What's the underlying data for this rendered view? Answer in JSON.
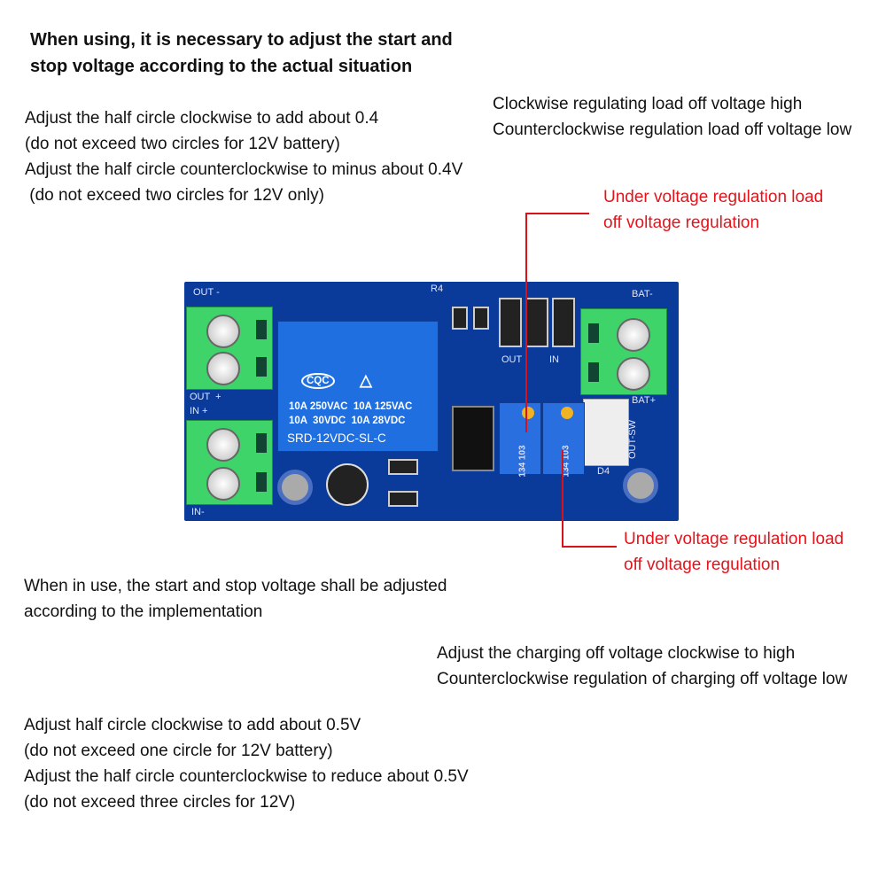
{
  "heading": [
    "When using, it is necessary to adjust the start and",
    "stop voltage according to the actual situation"
  ],
  "top_left_note": [
    "Adjust the half circle clockwise to add about 0.4",
    "(do not exceed two circles for 12V battery)",
    "Adjust the half circle counterclockwise to minus about 0.4V",
    " (do not exceed two circles for 12V only)"
  ],
  "top_right_note": [
    "Clockwise regulating load off voltage high",
    "Counterclockwise regulation load off voltage low"
  ],
  "callout_upper": [
    "Under voltage regulation load",
    "off voltage regulation"
  ],
  "callout_lower": [
    "Under voltage regulation load",
    "off voltage regulation"
  ],
  "middle_note": [
    "When in use, the start and stop voltage shall be adjusted",
    "according to the implementation"
  ],
  "charging_note": [
    "Adjust the charging off voltage clockwise to high",
    "Counterclockwise regulation of charging off voltage low"
  ],
  "bottom_note": [
    "Adjust half circle clockwise to add about 0.5V",
    "(do not exceed one circle for 12V battery)",
    "Adjust the half circle counterclockwise to reduce about 0.5V",
    "(do not exceed three circles for 12V)"
  ],
  "board": {
    "labels": {
      "out_minus": "OUT -",
      "out_plus": "OUT  +",
      "in_plus": "IN +",
      "in_minus": "IN-",
      "bat_minus": "BAT-",
      "bat_plus": "BAT+",
      "out_sw": "OUT-SW",
      "r4": "R4",
      "d4": "D4",
      "out": "OUT",
      "in": "IN"
    },
    "relay": {
      "logo": "CQC",
      "line1": "10A 250VAC  10A 125VAC",
      "line2": "10A  30VDC  10A 28VDC",
      "model": "SRD-12VDC-SL-C"
    },
    "pot_label": "134 103",
    "colors": {
      "pcb": "#0a3a9a",
      "terminal": "#3fd46a",
      "relay": "#1f6fe0",
      "callout": "#e3141b"
    }
  }
}
